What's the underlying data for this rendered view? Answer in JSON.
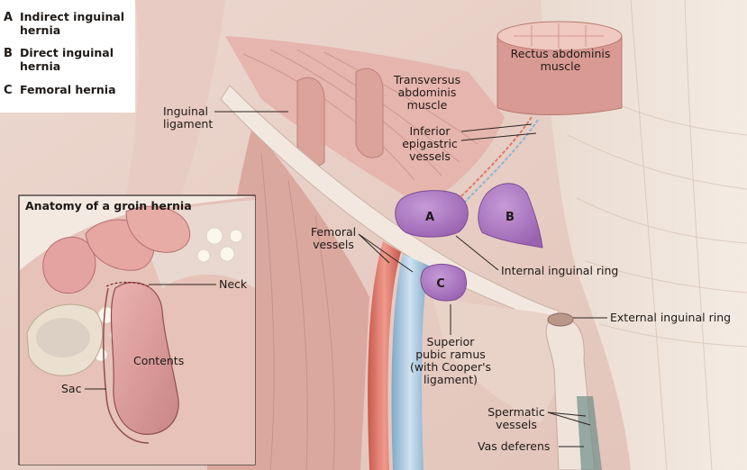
{
  "legend": [
    {
      "letter": "A",
      "lines": [
        "Indirect inguinal",
        "hernia"
      ]
    },
    {
      "letter": "B",
      "lines": [
        "Direct inguinal",
        "hernia"
      ]
    },
    {
      "letter": "C",
      "lines": [
        "Femoral hernia"
      ]
    }
  ],
  "markers": {
    "a": "A",
    "b": "B",
    "c": "C"
  },
  "labels": {
    "rectus": [
      "Rectus abdominis",
      "muscle"
    ],
    "transversus": [
      "Transversus",
      "abdominis",
      "muscle"
    ],
    "inguinal_ligament": [
      "Inguinal",
      "ligament"
    ],
    "inferior_epigastric": [
      "Inferior",
      "epigastric",
      "vessels"
    ],
    "femoral_vessels": [
      "Femoral",
      "vessels"
    ],
    "internal_ring": "Internal inguinal ring",
    "external_ring": "External inguinal ring",
    "superior_pubic": [
      "Superior",
      "pubic ramus",
      "(with Cooper's",
      "ligament)"
    ],
    "spermatic": [
      "Spermatic",
      "vessels"
    ],
    "vas": "Vas deferens"
  },
  "inset": {
    "title": "Anatomy of a groin hernia",
    "neck": "Neck",
    "contents": "Contents",
    "sac": "Sac"
  },
  "colors": {
    "muscle": "#e3bcb4",
    "fascia": "#f1e6dc",
    "hernia": "#a875c0",
    "artery": "#e07b6c",
    "vein": "#a9c9e0"
  }
}
